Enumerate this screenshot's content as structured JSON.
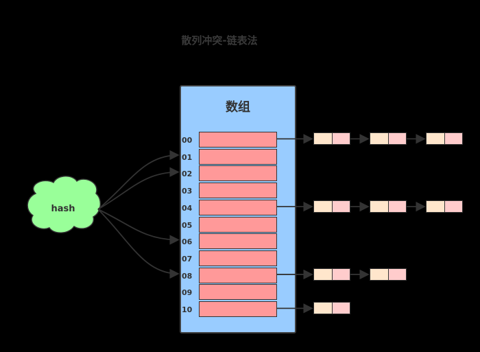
{
  "title": "散列冲突-链表法",
  "array": {
    "label": "数组",
    "indices": [
      "00",
      "01",
      "02",
      "03",
      "04",
      "05",
      "06",
      "07",
      "08",
      "09",
      "10"
    ]
  },
  "hash": {
    "label": "hash",
    "targets": [
      "01",
      "02",
      "06",
      "08"
    ]
  },
  "chains": [
    {
      "index": "00",
      "length": 3
    },
    {
      "index": "04",
      "length": 3
    },
    {
      "index": "08",
      "length": 2
    },
    {
      "index": "10",
      "length": 1
    }
  ],
  "colors": {
    "array_bg": "#99ccff",
    "slot": "#ff9999",
    "cloud": "#99ff99",
    "node_key": "#ffe6cc",
    "node_value": "#ffcccc",
    "stroke": "#333333"
  }
}
